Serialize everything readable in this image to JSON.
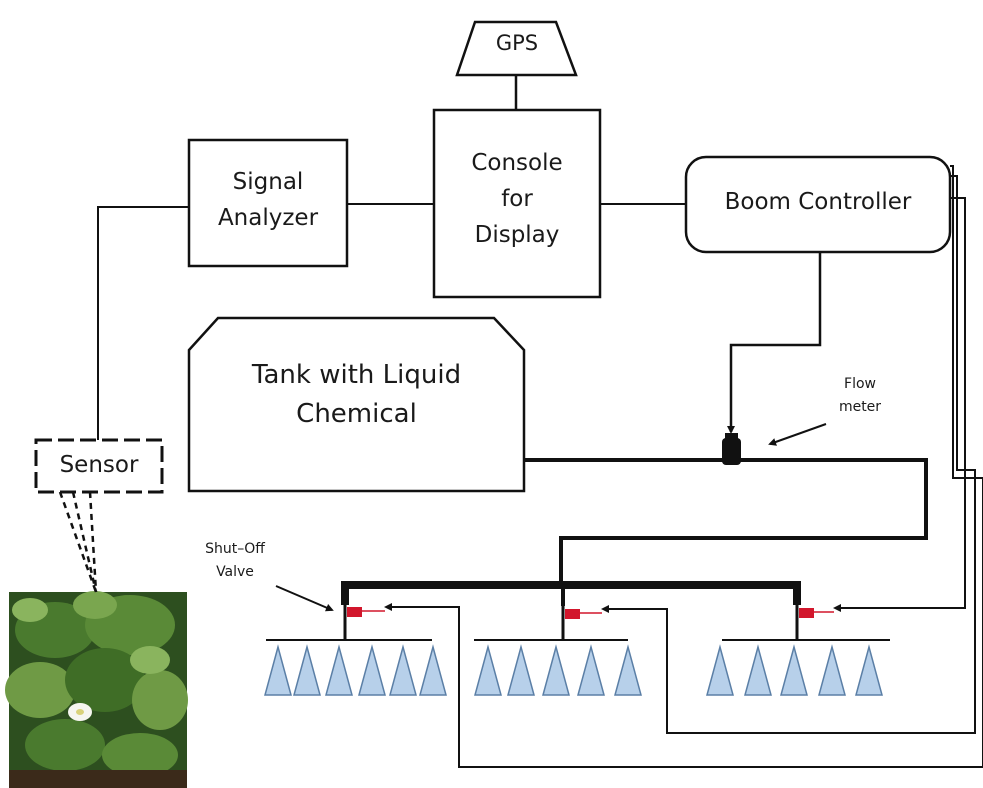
{
  "diagram": {
    "gps": "GPS",
    "signal_analyzer": [
      "Signal",
      "Analyzer"
    ],
    "console": [
      "Console",
      "for",
      "Display"
    ],
    "boom_controller": "Boom Controller",
    "tank": [
      "Tank with Liquid",
      "Chemical"
    ],
    "sensor": "Sensor",
    "flow_meter": [
      "Flow",
      "meter"
    ],
    "shutoff_valve": [
      "Shut–Off",
      "Valve"
    ],
    "colors": {
      "line": "#111111",
      "nozzle_fill": "#b7d0ea",
      "nozzle_stroke": "#5b7fa6",
      "valve": "#d2162c",
      "foliage_dark": "#2d4f1f",
      "foliage_light": "#6f9a45"
    },
    "icons": [
      "plant-photo",
      "flow-meter-icon",
      "shutoff-valve-icon",
      "nozzle-icon"
    ]
  }
}
